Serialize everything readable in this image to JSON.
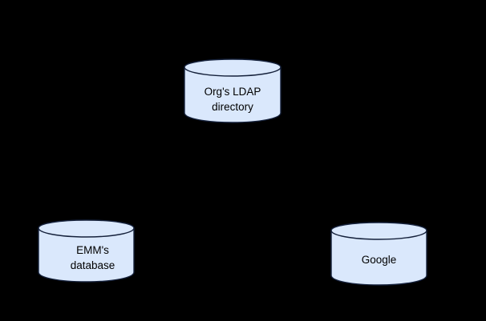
{
  "diagram": {
    "type": "database-diagram",
    "background_color": "#000000",
    "node_fill_color": "#dae8fc",
    "node_stroke_color": "#15213b",
    "node_text_color": "#000000",
    "nodes": [
      {
        "id": "ldap",
        "shape": "cylinder",
        "icon": "database-cylinder-icon",
        "label": "Org's LDAP\ndirectory",
        "label_line1": "Org's LDAP",
        "label_line2": "directory"
      },
      {
        "id": "emm",
        "shape": "cylinder",
        "icon": "database-cylinder-icon",
        "label": "EMM's\ndatabase",
        "label_line1": "EMM's",
        "label_line2": "database"
      },
      {
        "id": "google",
        "shape": "cylinder",
        "icon": "database-cylinder-icon",
        "label": "Google",
        "label_line1": "Google",
        "label_line2": ""
      }
    ],
    "edges": []
  }
}
